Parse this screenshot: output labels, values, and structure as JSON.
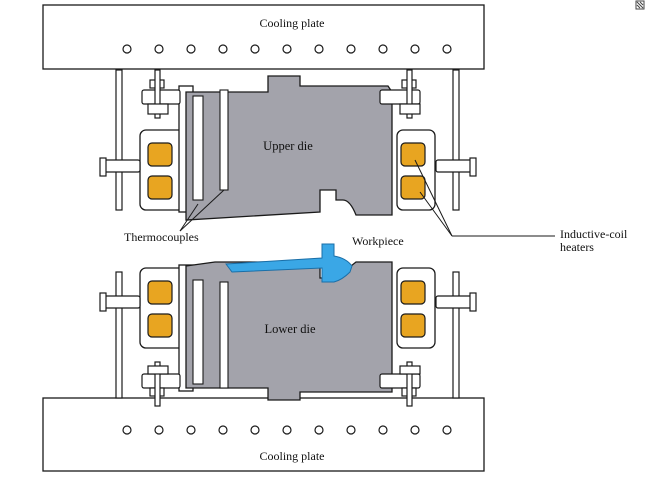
{
  "diagram": {
    "top_plate_label": "Cooling plate",
    "bottom_plate_label": "Cooling plate",
    "upper_die_label": "Upper die",
    "lower_die_label": "Lower die",
    "thermocouples_label": "Thermocouples",
    "workpiece_label": "Workpiece",
    "heaters_label_line1": "Inductive-coil",
    "heaters_label_line2": "heaters",
    "colors": {
      "die": "#a3a3ab",
      "heater": "#e8a521",
      "workpiece": "#3aa7e6",
      "outline": "#1a1a1a",
      "plate": "#ffffff"
    },
    "icons": [
      "corner-mark-icon"
    ]
  }
}
